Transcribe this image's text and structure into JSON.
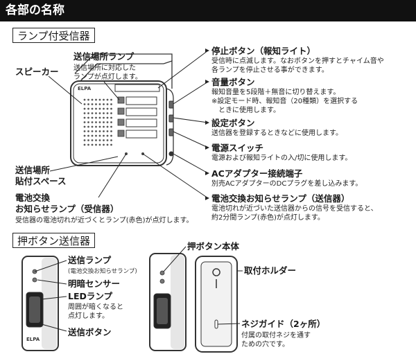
{
  "header": {
    "title": "各部の名称"
  },
  "receiver": {
    "section_title": "ランプ付受信器",
    "brand": "ELPA",
    "labels": {
      "speaker": "スピーカー",
      "sender_lamp": "送信場所ランプ",
      "sender_lamp_desc": [
        "送信場所に対応した",
        "ランプが点灯します。"
      ],
      "sender_label_space": [
        "送信場所",
        "貼付スペース"
      ],
      "battery_lamp": [
        "電池交換",
        "お知らせランプ（受信器）"
      ],
      "battery_lamp_desc": "受信器の電池切れが近づくとランプ(赤色)が点灯します。",
      "stop_button": "停止ボタン（報知ライト）",
      "stop_button_desc": [
        "受信時に点滅します。なおボタンを押すとチャイム音や",
        "各ランプを停止させる事ができます。"
      ],
      "volume_button": "音量ボタン",
      "volume_button_desc": [
        "報知音量を5段階＋無音に切り替えます。",
        "※設定モード時、報知音（20種類）を選択する",
        "　ときに使用します。"
      ],
      "setting_button": "設定ボタン",
      "setting_button_desc": "送信器を登録するときなどに使用します。",
      "power_switch": "電源スイッチ",
      "power_switch_desc": "電源および報知ライトの入/切に使用します。",
      "ac_jack": "ACアダプター接続端子",
      "ac_jack_desc": "別売ACアダプターのDCプラグを差し込みます。",
      "sender_battery_lamp": "電池交換お知らせランプ（送信器）",
      "sender_battery_lamp_desc": [
        "電池切れが近づいた送信器からの信号を受信すると、",
        "約2分間ランプ(赤色)が点灯します。"
      ]
    }
  },
  "transmitter": {
    "section_title": "押ボタン送信器",
    "brand": "ELPA",
    "labels": {
      "send_lamp": "送信ランプ",
      "send_lamp_sub": "(電池交換お知らせランプ)",
      "light_sensor": "明暗センサー",
      "led_lamp": "LEDランプ",
      "led_lamp_desc": [
        "周囲が暗くなると",
        "点灯します。"
      ],
      "send_button": "送信ボタン",
      "push_body": "押ボタン本体",
      "holder": "取付ホルダー",
      "screw_guide": "ネジガイド（2ヶ所）",
      "screw_guide_desc": [
        "付属の取付ネジを通す",
        "ための穴です。"
      ]
    }
  }
}
